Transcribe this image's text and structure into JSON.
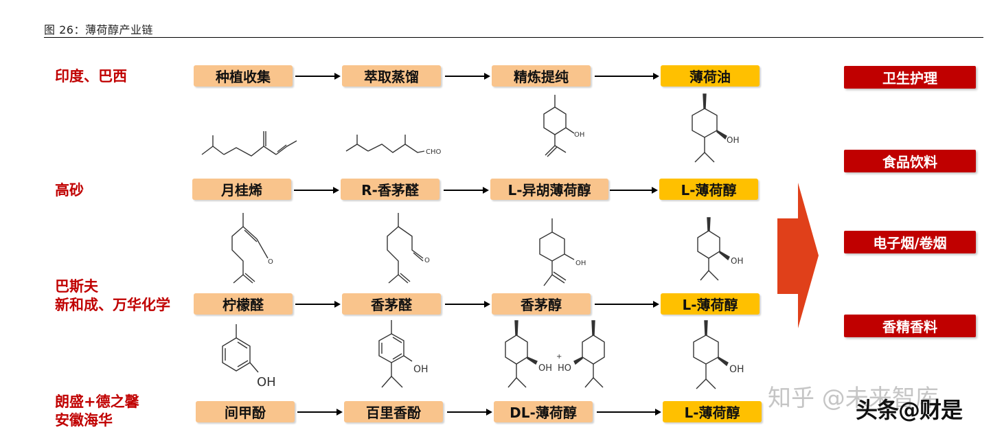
{
  "caption": "图 26：薄荷醇产业链",
  "producers": {
    "row1": [
      "印度、巴西"
    ],
    "row2": [
      "高砂"
    ],
    "row3": [
      "巴斯夫",
      "新和成、万华化学"
    ],
    "row4": [
      "朗盛+德之馨",
      "安徽海华"
    ]
  },
  "rows": [
    {
      "steps": [
        "种植收集",
        "萃取蒸馏",
        "精炼提纯",
        "薄荷油"
      ]
    },
    {
      "steps": [
        "月桂烯",
        "R-香茅醛",
        "L-异胡薄荷醇",
        "L-薄荷醇"
      ]
    },
    {
      "steps": [
        "柠檬醛",
        "香茅醛",
        "香茅醇",
        "L-薄荷醇"
      ]
    },
    {
      "steps": [
        "间甲酚",
        "百里香酚",
        "DL-薄荷醇",
        "L-薄荷醇"
      ]
    }
  ],
  "applications": [
    "卫生护理",
    "食品饮料",
    "电子烟/卷烟",
    "香精香料"
  ],
  "molecule_labels": {
    "oh": "OH",
    "cho": "CHO",
    "o": "O",
    "plus": "+",
    "ho": "HO"
  },
  "watermark": {
    "text1": "知乎 @未来智库",
    "text2": "头条@财是"
  },
  "colors": {
    "orange_box": "#f9c48c",
    "yellow_box": "#ffc000",
    "red": "#c00000",
    "big_arrow": "#e0401a"
  }
}
